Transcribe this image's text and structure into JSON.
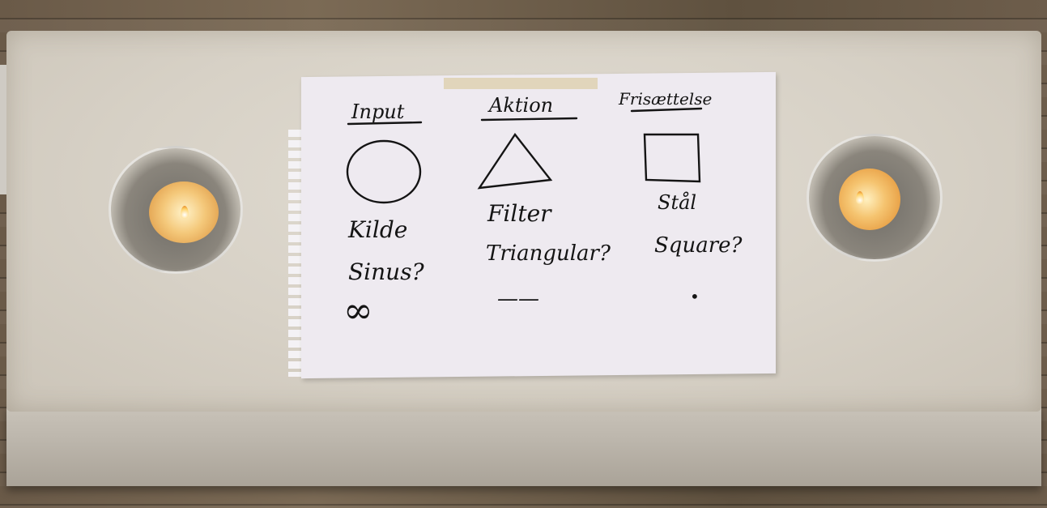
{
  "sheet": {
    "columns": [
      {
        "heading": "Input",
        "shape": "circle",
        "labels": [
          "Kilde",
          "Sinus?"
        ],
        "symbol": "∞"
      },
      {
        "heading": "Aktion",
        "shape": "triangle",
        "labels": [
          "Filter",
          "Triangular?"
        ],
        "symbol": "——"
      },
      {
        "heading": "Frisættelse",
        "shape": "square",
        "labels": [
          "Stål",
          "Square?"
        ],
        "symbol": "•"
      }
    ]
  },
  "colors": {
    "ink": "#141414",
    "paper": "#eeeaf0",
    "box": "#d7d1c6",
    "floor": "#6a5a48",
    "candle_glow": "#f4c87a"
  }
}
